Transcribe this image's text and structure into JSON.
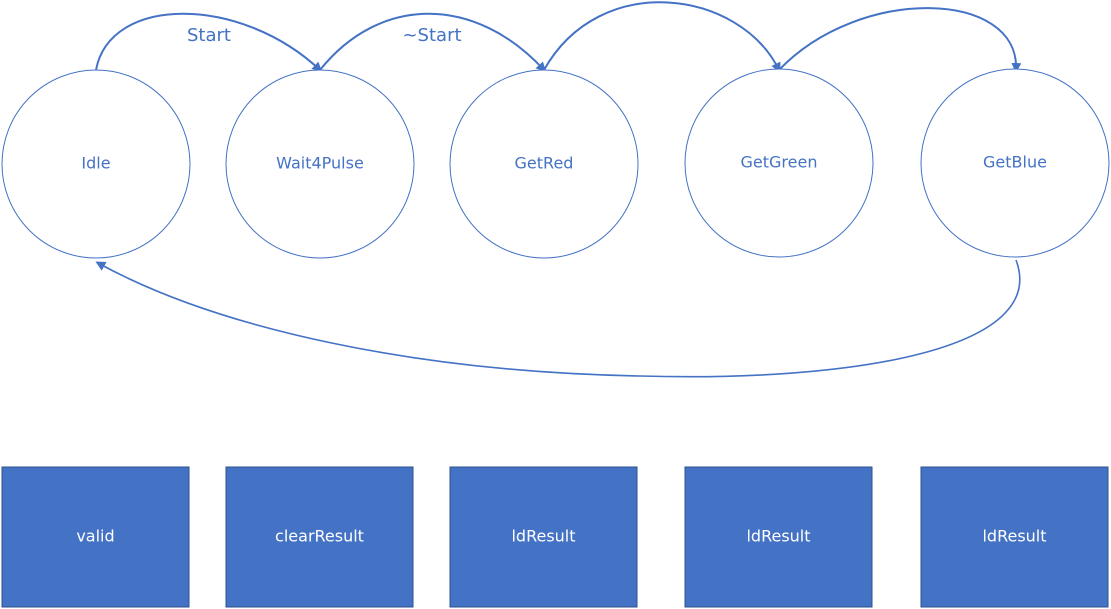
{
  "states": [
    {
      "id": "idle",
      "label": "Idle"
    },
    {
      "id": "wait4pulse",
      "label": "Wait4Pulse"
    },
    {
      "id": "getred",
      "label": "GetRed"
    },
    {
      "id": "getgreen",
      "label": "GetGreen"
    },
    {
      "id": "getblue",
      "label": "GetBlue"
    }
  ],
  "transitions": [
    {
      "from": "idle",
      "to": "wait4pulse",
      "label": "Start"
    },
    {
      "from": "wait4pulse",
      "to": "getred",
      "label": "~Start"
    },
    {
      "from": "getred",
      "to": "getgreen",
      "label": ""
    },
    {
      "from": "getgreen",
      "to": "getblue",
      "label": ""
    },
    {
      "from": "getblue",
      "to": "idle",
      "label": ""
    }
  ],
  "outputs": [
    {
      "state": "idle",
      "label": "valid"
    },
    {
      "state": "wait4pulse",
      "label": "clearResult"
    },
    {
      "state": "getred",
      "label": "ldResult"
    },
    {
      "state": "getgreen",
      "label": "ldResult"
    },
    {
      "state": "getblue",
      "label": "ldResult"
    }
  ],
  "colors": {
    "primary": "#4472c4",
    "box_fill": "#4472c4",
    "box_text": "#ffffff",
    "background": "#ffffff"
  }
}
